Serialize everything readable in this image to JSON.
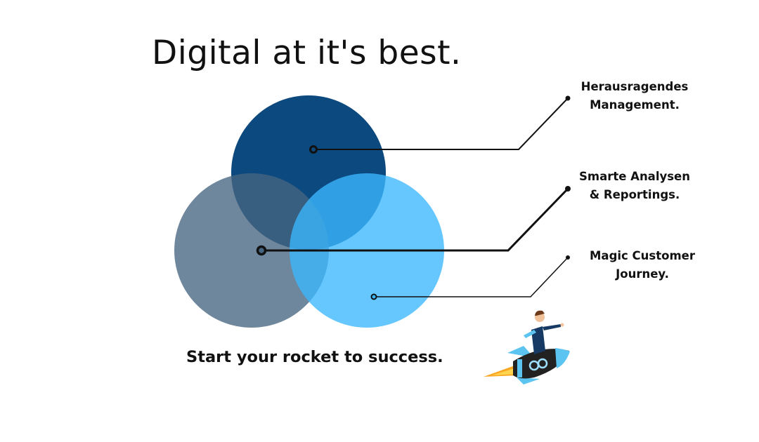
{
  "title": "Digital at it's best.",
  "tagline": "Start your rocket to success.",
  "labels": [
    {
      "line1": "Herausragendes",
      "line2": "Management."
    },
    {
      "line1": "Smarte Analysen",
      "line2": "& Reportings."
    },
    {
      "line1": "Magic Customer",
      "line2": "Journey."
    }
  ],
  "colors": {
    "circle_top": "#0c497e",
    "circle_left": "#466580",
    "circle_right": "#3bb7ff",
    "line": "#111111"
  }
}
